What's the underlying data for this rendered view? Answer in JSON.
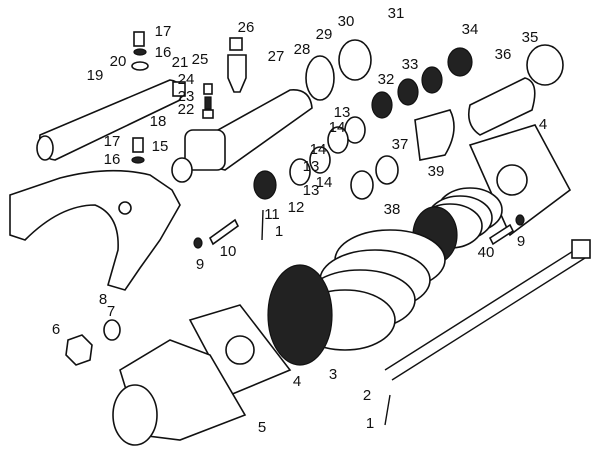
{
  "diagram": {
    "type": "exploded parts view",
    "line_color": "#111111",
    "background": "#ffffff",
    "callouts": [
      "17",
      "16",
      "20",
      "19",
      "21",
      "25",
      "24",
      "23",
      "22",
      "18",
      "26",
      "27",
      "28",
      "29",
      "30",
      "31",
      "33",
      "32",
      "34",
      "35",
      "36",
      "13",
      "14",
      "17",
      "16",
      "15",
      "4",
      "37",
      "14",
      "13",
      "12",
      "11",
      "1",
      "39",
      "38",
      "40",
      "9",
      "10",
      "9",
      "8",
      "7",
      "6",
      "3",
      "4",
      "2",
      "1",
      "5",
      "14",
      "13"
    ]
  }
}
